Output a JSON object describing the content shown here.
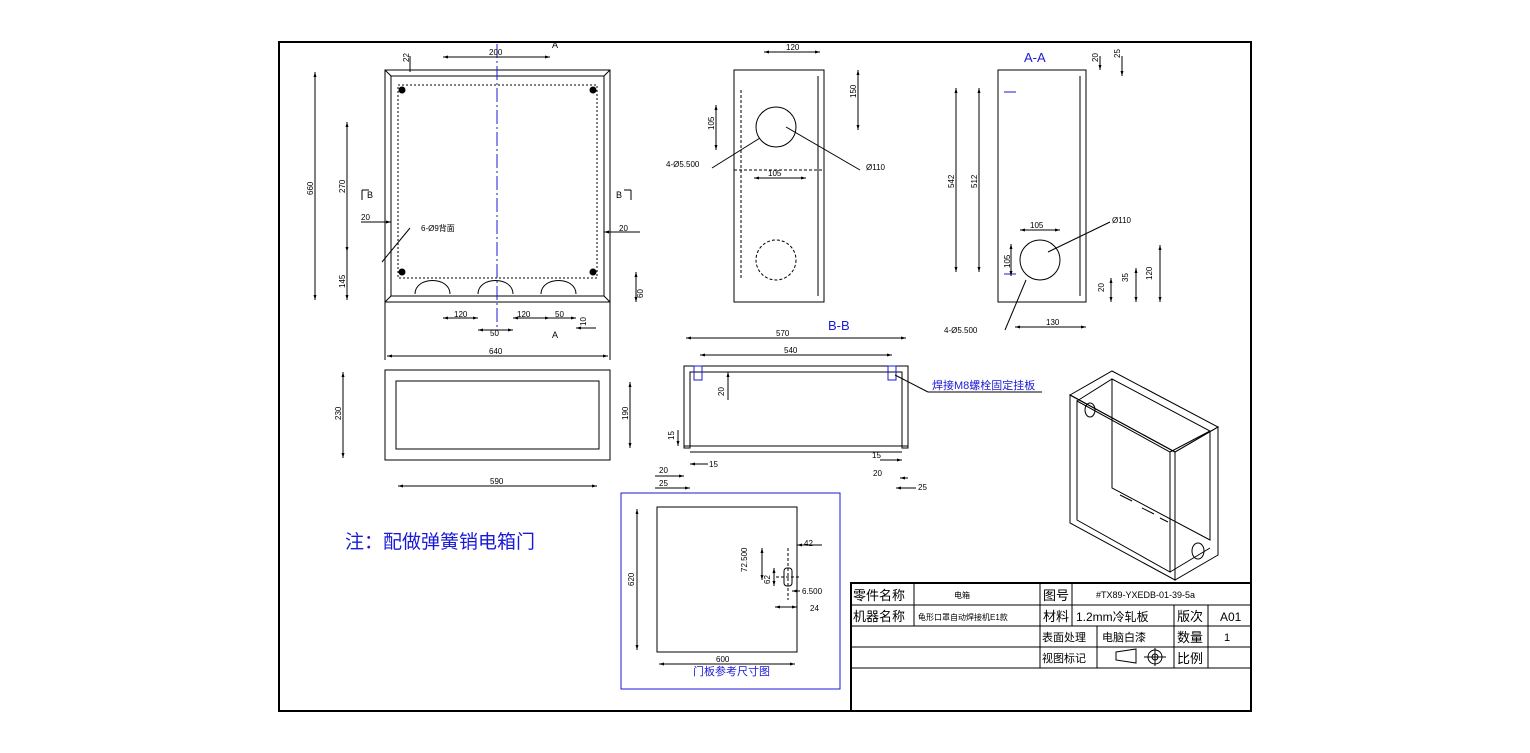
{
  "sections": {
    "view_aa": "A-A",
    "view_bb": "B-B",
    "section_a_top": "A",
    "section_a_bottom": "A",
    "section_b_left": "B",
    "section_b_right": "B"
  },
  "notes": {
    "main_note": "注：配做弹簧销电箱门",
    "weld_note": "焊接M8螺栓固定挂板",
    "door_ref": "门板参考尺寸图"
  },
  "callouts": {
    "holes_front": "6-Ø9背面",
    "holes_side": "4-Ø5.500",
    "holes_aa": "4-Ø5.500",
    "knock_side": "Ø110",
    "knock_aa": "Ø110"
  },
  "dims_front": {
    "d22": "22",
    "d200": "200",
    "d660": "660",
    "d270": "270",
    "d145": "145",
    "d20l": "20",
    "d20r": "20",
    "d60": "60",
    "d120a": "120",
    "d50a": "50",
    "d120b": "120",
    "d50b": "50",
    "d10": "10",
    "d640": "640"
  },
  "dims_top": {
    "d230": "230",
    "d190": "190",
    "d590": "590"
  },
  "dims_side": {
    "d120": "120",
    "d150": "150",
    "d105v": "105",
    "d105h": "105"
  },
  "dims_aa": {
    "d20": "20",
    "d25": "25",
    "d542": "542",
    "d512": "512",
    "d105h": "105",
    "d105v": "105",
    "d35": "35",
    "d120": "120",
    "d20b": "20",
    "d130": "130"
  },
  "dims_bb": {
    "d570": "570",
    "d540": "540",
    "d20": "20",
    "d15a": "15",
    "d20a": "20",
    "d15b": "15",
    "d25a": "25",
    "d15c": "15",
    "d20c": "20",
    "d25c": "25"
  },
  "dims_door": {
    "d42": "42",
    "d72": "72.500",
    "d62": "62",
    "d6": "6.500",
    "d24": "24",
    "d620": "620",
    "d600": "600"
  },
  "title_block": {
    "part_name_label": "零件名称",
    "part_name_value": "电箱",
    "drawing_no_label": "图号",
    "drawing_no_value": "#TX89-YXEDB-01-39-5a",
    "machine_name_label": "机器名称",
    "machine_name_value": "龟形口罩自动焊接机E1款",
    "material_label": "材料",
    "material_value": "1.2mm冷轧板",
    "revision_label": "版次",
    "revision_value": "A01",
    "surface_label": "表面处理",
    "surface_value": "电脑白漆",
    "quantity_label": "数量",
    "quantity_value": "1",
    "view_mark_label": "视图标记",
    "scale_label": "比例",
    "scale_value": ""
  },
  "colors": {
    "line": "#000000",
    "accent": "#1a1ad6",
    "background": "#ffffff"
  }
}
